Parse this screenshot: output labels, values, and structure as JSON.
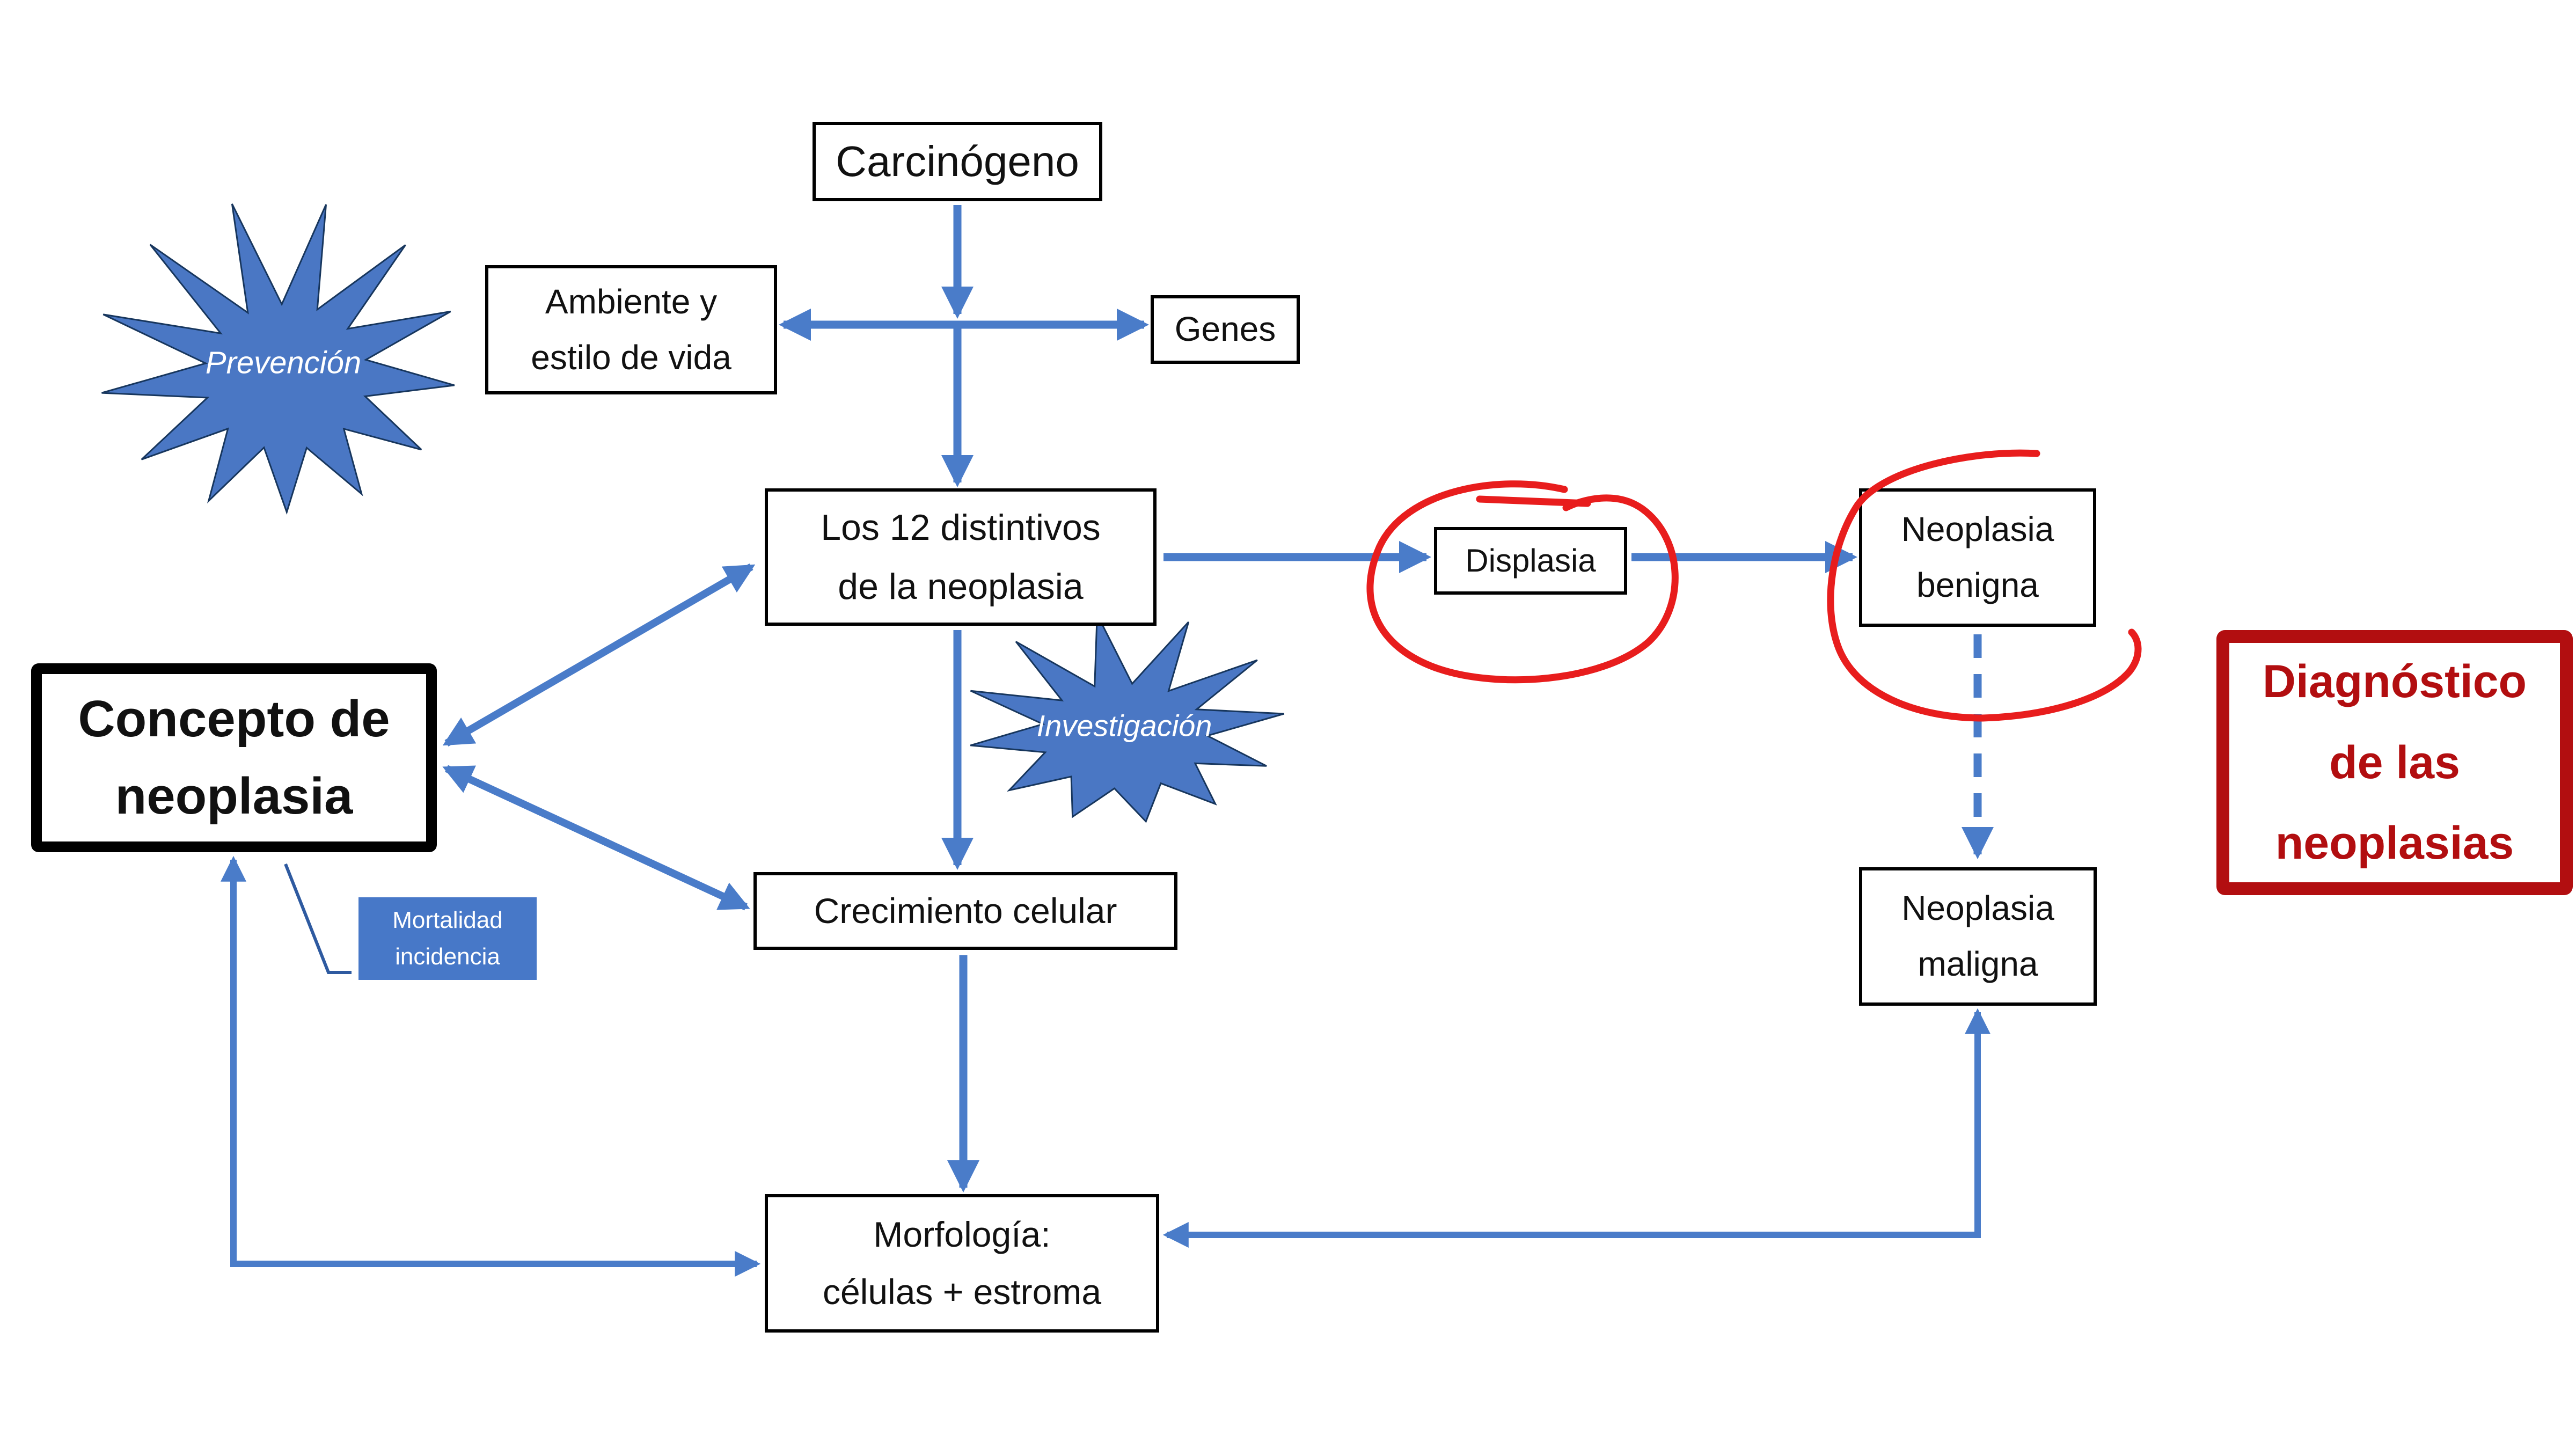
{
  "colors": {
    "arrow_blue": "#4a7cc9",
    "star_blue": "#4a77c4",
    "star_border": "#17365d",
    "mortalidad_fill": "#4778c8",
    "red_pen": "#e81d1d",
    "dark_red": "#b20e10",
    "callout_blue": "#2e5aa0",
    "box_border": "#000000"
  },
  "nodes": {
    "carcinogeno": {
      "lines": [
        "Carcinógeno"
      ]
    },
    "ambiente": {
      "lines": [
        "Ambiente y",
        "estilo de vida"
      ]
    },
    "genes": {
      "lines": [
        "Genes"
      ]
    },
    "los12": {
      "lines": [
        "Los 12 distintivos",
        "de la neoplasia"
      ]
    },
    "displasia": {
      "lines": [
        "Displasia"
      ]
    },
    "neoplasia_benigna": {
      "lines": [
        "Neoplasia",
        "benigna"
      ]
    },
    "diagnostico": {
      "lines": [
        "Diagnóstico",
        "de las",
        "neoplasias"
      ]
    },
    "concepto": {
      "lines": [
        "Concepto de",
        "neoplasia"
      ]
    },
    "crecimiento": {
      "lines": [
        "Crecimiento celular"
      ]
    },
    "mortalidad": {
      "lines": [
        "Mortalidad",
        "incidencia"
      ]
    },
    "neoplasia_maligna": {
      "lines": [
        "Neoplasia",
        "maligna"
      ]
    },
    "morfologia": {
      "lines": [
        "Morfología:",
        "células + estroma"
      ]
    }
  },
  "stars": {
    "prevencion": {
      "label": "Prevención"
    },
    "investigacion": {
      "label": "Investigación"
    }
  }
}
